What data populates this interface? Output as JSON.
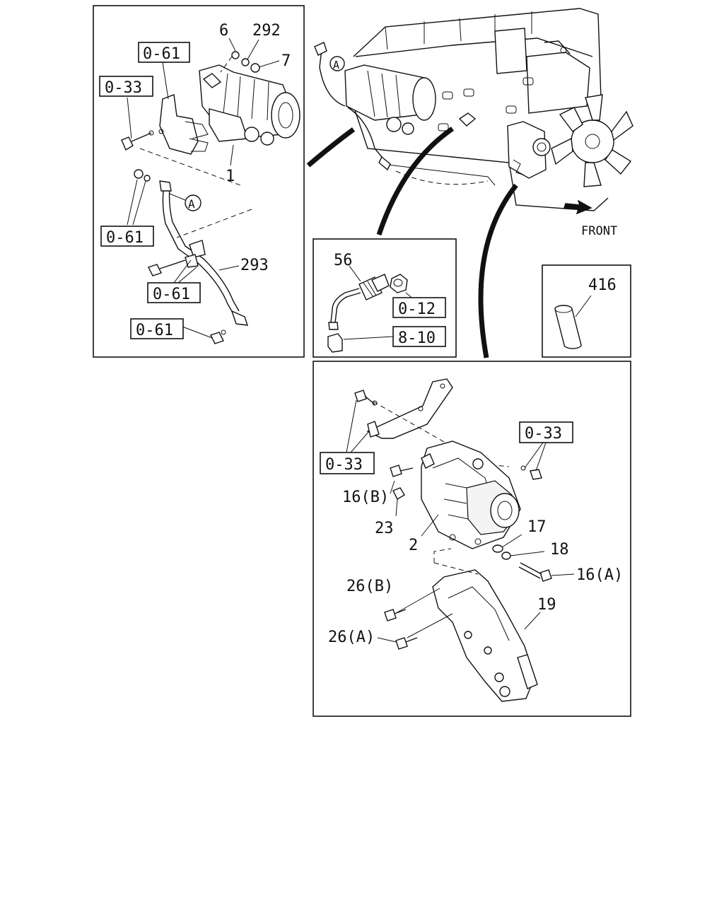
{
  "callouts": {
    "p1": "1",
    "p6": "6",
    "p292": "292",
    "p7": "7",
    "p293": "293",
    "p56": "56",
    "p416": "416",
    "p2": "2",
    "p23": "23",
    "p16b": "16(B)",
    "p16a": "16(A)",
    "p17": "17",
    "p18": "18",
    "p19": "19",
    "p26b": "26(B)",
    "p26a": "26(A)"
  },
  "refs": {
    "r061_top": "0-61",
    "r033_top": "0-33",
    "r061_mid": "0-61",
    "r061_bolt": "0-61",
    "r061_bottom": "0-61",
    "r012": "0-12",
    "r810": "8-10",
    "r033_alt_left": "0-33",
    "r033_alt_right": "0-33"
  },
  "markers": {
    "a_detail": "A",
    "a_engine": "A"
  },
  "front_label": "FRONT"
}
